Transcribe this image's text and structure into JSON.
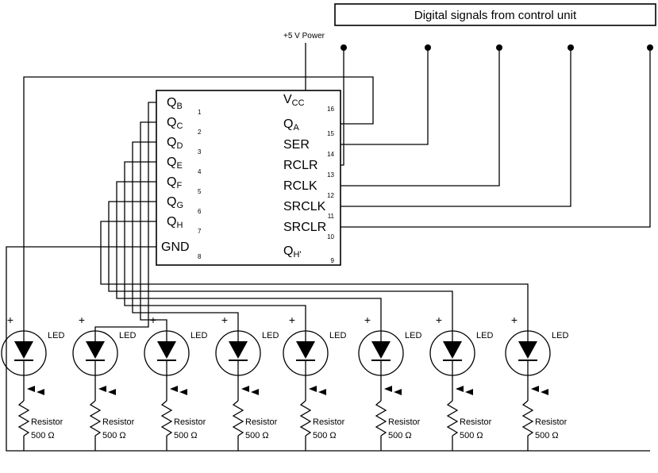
{
  "colors": {
    "ink": "#000000",
    "background": "#ffffff"
  },
  "control_unit": {
    "label": "Digital signals from control unit"
  },
  "power": {
    "label": "+5 V Power"
  },
  "chip": {
    "left_pins": [
      {
        "base": "Q",
        "sub": "B",
        "number": "1"
      },
      {
        "base": "Q",
        "sub": "C",
        "number": "2"
      },
      {
        "base": "Q",
        "sub": "D",
        "number": "3"
      },
      {
        "base": "Q",
        "sub": "E",
        "number": "4"
      },
      {
        "base": "Q",
        "sub": "F",
        "number": "5"
      },
      {
        "base": "Q",
        "sub": "G",
        "number": "6"
      },
      {
        "base": "Q",
        "sub": "H",
        "number": "7"
      },
      {
        "base": "GND",
        "sub": "",
        "number": "8"
      }
    ],
    "right_pins": [
      {
        "base": "V",
        "sub": "CC",
        "number": "16"
      },
      {
        "base": "Q",
        "sub": "A",
        "number": "15"
      },
      {
        "base": "SER",
        "sub": "",
        "number": "14"
      },
      {
        "base": "RCLR",
        "sub": "",
        "number": "13"
      },
      {
        "base": "RCLK",
        "sub": "",
        "number": "12"
      },
      {
        "base": "SRCLK",
        "sub": "",
        "number": "11"
      },
      {
        "base": "SRCLR",
        "sub": "",
        "number": "10"
      },
      {
        "base": "Q",
        "sub": "H'",
        "number": "9"
      }
    ]
  },
  "leds": [
    {
      "plus": "+",
      "label": "LED"
    },
    {
      "plus": "+",
      "label": "LED"
    },
    {
      "plus": "+",
      "label": "LED"
    },
    {
      "plus": "+",
      "label": "LED"
    },
    {
      "plus": "+",
      "label": "LED"
    },
    {
      "plus": "+",
      "label": "LED"
    },
    {
      "plus": "+",
      "label": "LED"
    },
    {
      "plus": "+",
      "label": "LED"
    }
  ],
  "resistors": [
    {
      "name": "Resistor",
      "value": "500 Ω"
    },
    {
      "name": "Resistor",
      "value": "500 Ω"
    },
    {
      "name": "Resistor",
      "value": "500 Ω"
    },
    {
      "name": "Resistor",
      "value": "500 Ω"
    },
    {
      "name": "Resistor",
      "value": "500 Ω"
    },
    {
      "name": "Resistor",
      "value": "500 Ω"
    },
    {
      "name": "Resistor",
      "value": "500 Ω"
    },
    {
      "name": "Resistor",
      "value": "500 Ω"
    }
  ]
}
